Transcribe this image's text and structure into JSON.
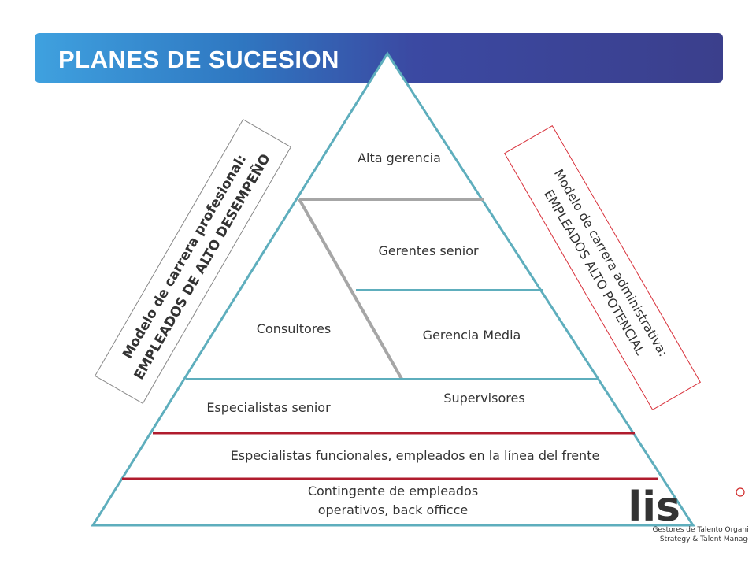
{
  "slide": {
    "title": "PLANES DE SUCESION"
  },
  "pyramid": {
    "levels": {
      "alta_gerencia": "Alta gerencia",
      "gerentes_senior": "Gerentes senior",
      "consultores": "Consultores",
      "gerencia_media": "Gerencia Media",
      "supervisores": "Supervisores",
      "especialistas_senior": "Especialistas senior",
      "especialistas_funcionales": "Especialistas funcionales, empleados en la línea del frente",
      "contingente_line1": "Contingente de empleados",
      "contingente_line2": "operativos, back officce"
    }
  },
  "side_labels": {
    "left_line1": "Modelo de carrera profesional:",
    "left_line2": "EMPLEADOS DE ALTO DESEMPEÑO",
    "right_line1": "Modelo de carrera administrativa:",
    "right_line2": "EMPLEADOS ALTO POTENCIAL"
  },
  "logo": {
    "brand_suffix": "lis",
    "tagline_line1": "Gestores de Talento Organizacional",
    "tagline_line2": "Strategy & Talent Management"
  },
  "colors": {
    "pyramid_outline": "#5eaebd",
    "red_lines": "#b01c2e",
    "gray_lines": "#a6a6a6",
    "right_box_border": "#d8303a",
    "left_box_border": "#888888",
    "banner_start": "#3fa1df",
    "banner_end": "#3b3f8c",
    "logo_red": "#d02a2a"
  }
}
